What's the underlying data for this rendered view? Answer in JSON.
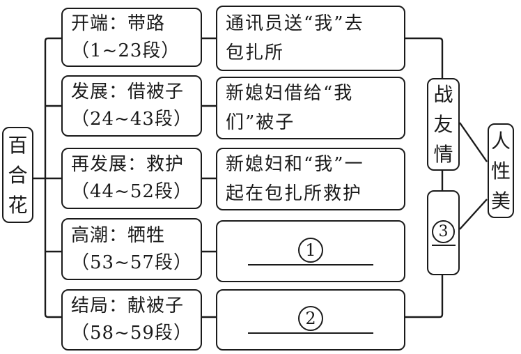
{
  "diagram": {
    "root": {
      "label": "百合花"
    },
    "stages": [
      {
        "name": "开端：带路",
        "range": "（1~23段）"
      },
      {
        "name": "发展：借被子",
        "range": "（24~43段）"
      },
      {
        "name": "再发展：救护",
        "range": "（44~52段）"
      },
      {
        "name": "高潮：牺牲",
        "range": "（53~57段）"
      },
      {
        "name": "结局：献被子",
        "range": "（58~59段）"
      }
    ],
    "events": [
      {
        "line1": "通讯员送“我”去",
        "line2": "包扎所"
      },
      {
        "line1": "新媳妇借给“我",
        "line2": "们”被子"
      },
      {
        "line1": "新媳妇和“我”一",
        "line2": "起在包扎所救护"
      },
      {
        "blank_number": "1"
      },
      {
        "blank_number": "2"
      }
    ],
    "themes": {
      "comradeship": "战友情",
      "theme_blank_number": "3",
      "humanity": "人性美"
    },
    "colors": {
      "ink": "#1a1a1a",
      "paper": "#ffffff"
    }
  }
}
